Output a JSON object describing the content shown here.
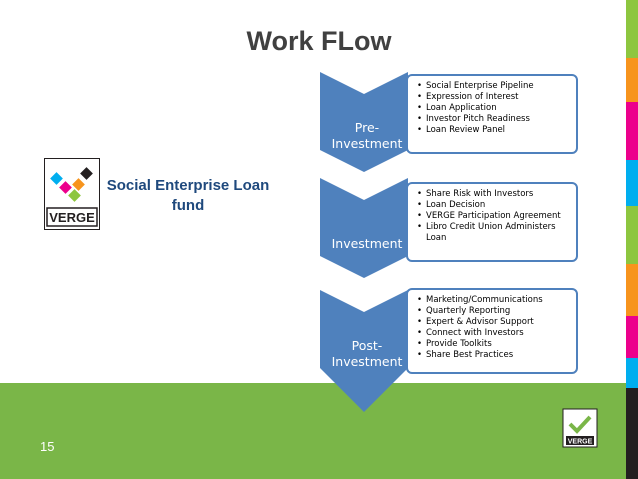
{
  "slide": {
    "title": "Work FLow",
    "subtitle": "Social Enterprise Loan fund",
    "page_number": "15"
  },
  "logo": {
    "text": "VERGE"
  },
  "corner_logo": {
    "text": "VERGE"
  },
  "colors": {
    "green": "#7ab648",
    "chevron_blue": "#4f81bd",
    "title_text": "#404040",
    "subtitle_text": "#1f497d",
    "stripes": [
      "#8dc63f",
      "#f7941d",
      "#ec008c",
      "#00aeef",
      "#8dc63f",
      "#f7941d",
      "#ec008c",
      "#00aeef",
      "#231f20"
    ]
  },
  "stages": [
    {
      "label_lines": [
        "Pre-",
        "Investment"
      ],
      "items": [
        "Social Enterprise Pipeline",
        "Expression of Interest",
        "Loan Application",
        "Investor Pitch Readiness",
        "Loan Review Panel"
      ]
    },
    {
      "label_lines": [
        "Investment"
      ],
      "items": [
        "Share Risk with Investors",
        "Loan Decision",
        "VERGE Participation Agreement",
        "Libro Credit Union Administers Loan"
      ]
    },
    {
      "label_lines": [
        "Post-",
        "Investment"
      ],
      "items": [
        "Marketing/Communications",
        "Quarterly Reporting",
        "Expert & Advisor Support",
        "Connect with Investors",
        "Provide Toolkits",
        "Share Best Practices"
      ]
    }
  ]
}
